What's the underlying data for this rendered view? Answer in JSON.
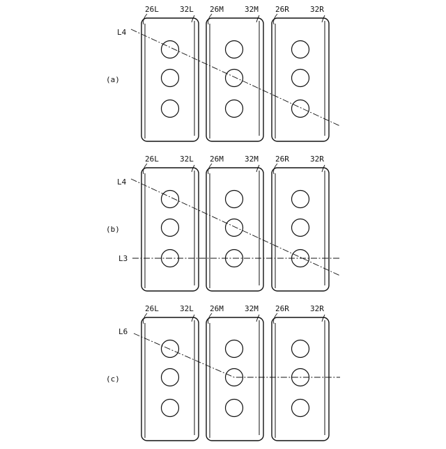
{
  "figure": {
    "panels": [
      {
        "label": "(a)",
        "plate_labels": [
          {
            "ref": "26L",
            "kind": "corner"
          },
          {
            "ref": "32L",
            "kind": "edge"
          },
          {
            "ref": "26M",
            "kind": "corner"
          },
          {
            "ref": "32M",
            "kind": "edge"
          },
          {
            "ref": "26R",
            "kind": "corner"
          },
          {
            "ref": "32R",
            "kind": "edge"
          }
        ],
        "line_labels": [
          {
            "text": "L4",
            "type": "diagonal"
          }
        ]
      },
      {
        "label": "(b)",
        "plate_labels": [
          {
            "ref": "26L",
            "kind": "corner"
          },
          {
            "ref": "32L",
            "kind": "edge"
          },
          {
            "ref": "26M",
            "kind": "corner"
          },
          {
            "ref": "32M",
            "kind": "edge"
          },
          {
            "ref": "26R",
            "kind": "corner"
          },
          {
            "ref": "32R",
            "kind": "edge"
          }
        ],
        "line_labels": [
          {
            "text": "L4",
            "type": "diagonal"
          },
          {
            "text": "L3",
            "type": "horizontal"
          }
        ]
      },
      {
        "label": "(c)",
        "plate_labels": [
          {
            "ref": "26L",
            "kind": "corner"
          },
          {
            "ref": "32L",
            "kind": "edge"
          },
          {
            "ref": "26M",
            "kind": "corner"
          },
          {
            "ref": "32M",
            "kind": "edge"
          },
          {
            "ref": "26R",
            "kind": "corner"
          },
          {
            "ref": "32R",
            "kind": "edge"
          }
        ],
        "line_labels": [
          {
            "text": "L6",
            "type": "bent"
          }
        ]
      }
    ]
  }
}
